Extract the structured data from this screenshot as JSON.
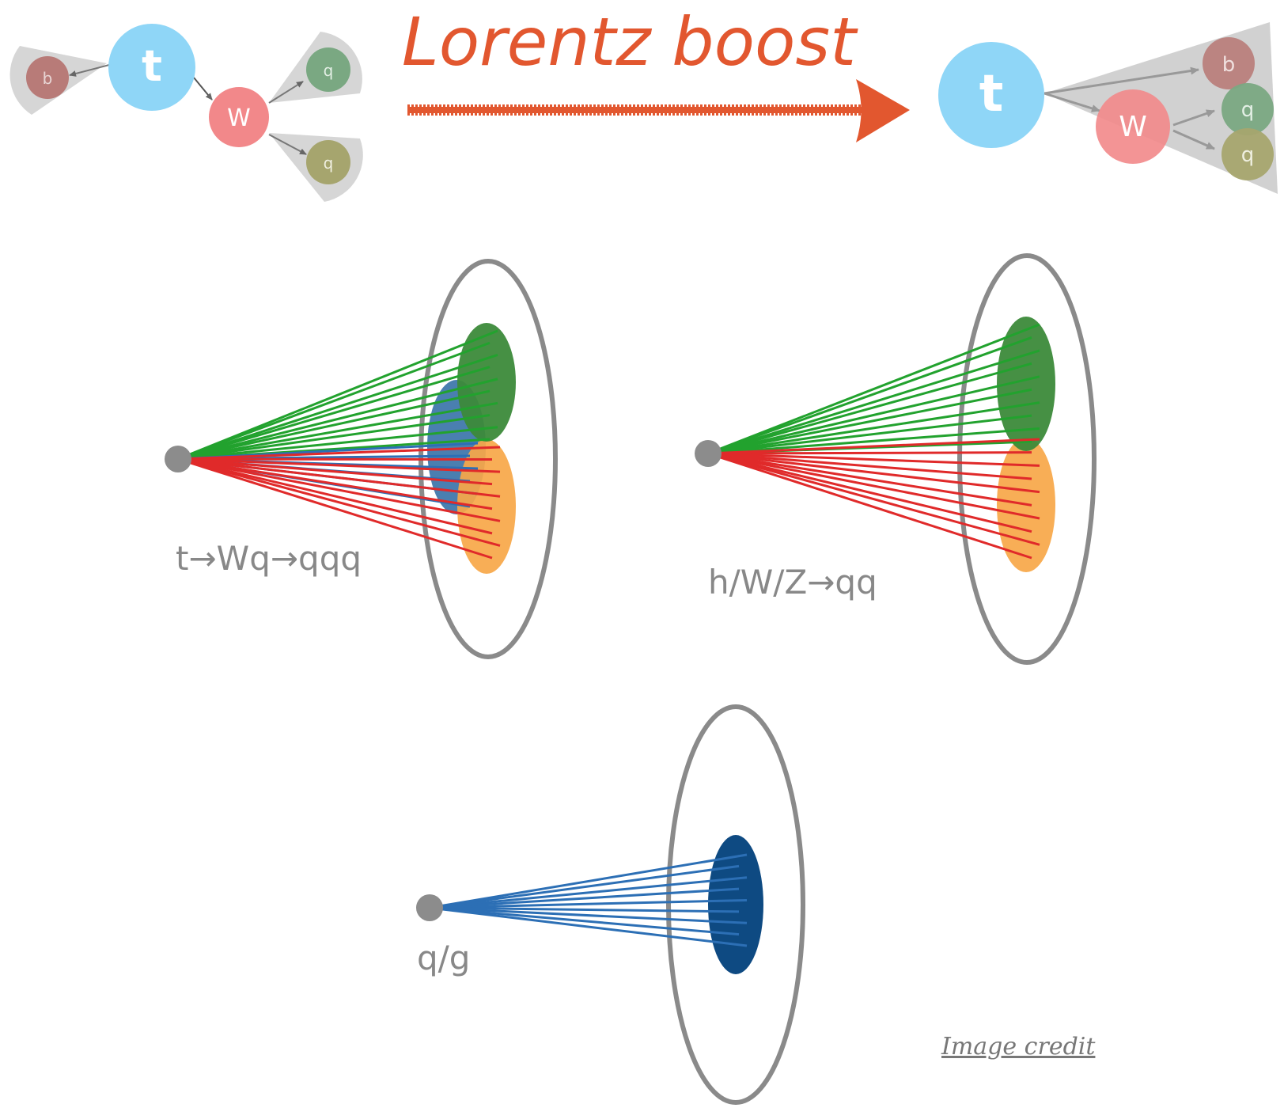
{
  "colors": {
    "top": "#8fd6f7",
    "w": "#f2888a",
    "b": "#b87b78",
    "q_green": "#7aa882",
    "q_olive": "#a6a56e",
    "boost_arrow": "#e2572f",
    "cone_fill": "#cfcfcf",
    "jet_green": "#22a22e",
    "jet_red": "#e02a2a",
    "jet_blue": "#2c6fb5",
    "blob_green": "#3c8a3a",
    "blob_orange": "#f7a748",
    "blob_blue": "#4a7fb0",
    "blob_navy": "#0e4a82",
    "ring": "#8a8a8a",
    "vertex": "#8c8c8c",
    "label_gray": "#888888"
  },
  "title": "Lorentz boost",
  "resolved_decay": {
    "top": "t",
    "w": "W",
    "b": "b",
    "q1": "q",
    "q2": "q"
  },
  "boosted_decay": {
    "top": "t",
    "w": "W",
    "b": "b",
    "q1": "q",
    "q2": "q"
  },
  "jets": {
    "top_jet": {
      "label": "t→Wq→qqq"
    },
    "boson_jet": {
      "label": "h/W/Z→qq"
    },
    "qcd_jet": {
      "label": "q/g"
    }
  },
  "credit": "Image credit"
}
